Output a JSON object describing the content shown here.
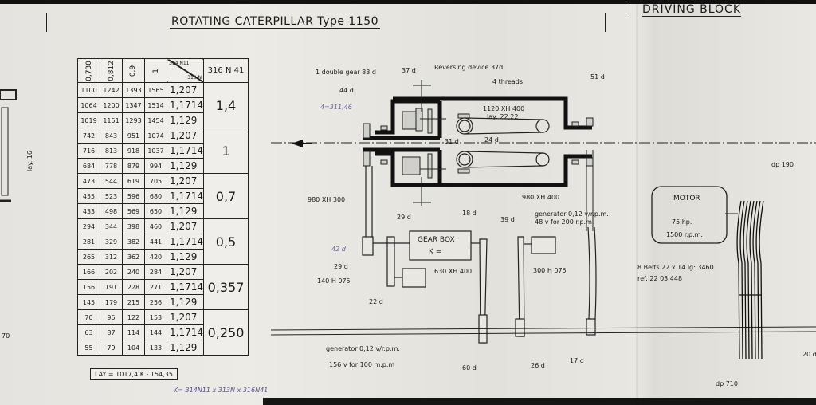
{
  "title": "ROTATING CATERPILLAR Type 1150",
  "section_title": "DRIVING BLOCK",
  "table": {
    "headers": [
      "0,730",
      "0,812",
      "0,9",
      "1"
    ],
    "diag_top": "314 N11",
    "diag_bottom": "313 N",
    "k_header": "316 N 41",
    "groups": [
      {
        "k": "1,4",
        "rows": [
          [
            "1100",
            "1242",
            "1393",
            "1565",
            "1,207"
          ],
          [
            "1064",
            "1200",
            "1347",
            "1514",
            "1,1714"
          ],
          [
            "1019",
            "1151",
            "1293",
            "1454",
            "1,129"
          ]
        ]
      },
      {
        "k": "1",
        "rows": [
          [
            "742",
            "843",
            "951",
            "1074",
            "1,207"
          ],
          [
            "716",
            "813",
            "918",
            "1037",
            "1,1714"
          ],
          [
            "684",
            "778",
            "879",
            "994",
            "1,129"
          ]
        ]
      },
      {
        "k": "0,7",
        "rows": [
          [
            "473",
            "544",
            "619",
            "705",
            "1,207"
          ],
          [
            "455",
            "523",
            "596",
            "680",
            "1,1714"
          ],
          [
            "433",
            "498",
            "569",
            "650",
            "1,129"
          ]
        ]
      },
      {
        "k": "0,5",
        "rows": [
          [
            "294",
            "344",
            "398",
            "460",
            "1,207"
          ],
          [
            "281",
            "329",
            "382",
            "441",
            "1,1714"
          ],
          [
            "265",
            "312",
            "362",
            "420",
            "1,129"
          ]
        ]
      },
      {
        "k": "0,357",
        "rows": [
          [
            "166",
            "202",
            "240",
            "284",
            "1,207"
          ],
          [
            "156",
            "191",
            "228",
            "271",
            "1,1714"
          ],
          [
            "145",
            "179",
            "215",
            "256",
            "1,129"
          ]
        ]
      },
      {
        "k": "0,250",
        "rows": [
          [
            "70",
            "95",
            "122",
            "153",
            "1,207"
          ],
          [
            "63",
            "87",
            "114",
            "144",
            "1,1714"
          ],
          [
            "55",
            "79",
            "104",
            "133",
            "1,129"
          ]
        ]
      }
    ],
    "formula": "LAY = 1017,4 K - 154,35",
    "note": "K= 314N11 x 313N x 316N41"
  },
  "labels": {
    "double_gear": "1 double gear 83 d",
    "d37": "37 d",
    "reversing": "Reversing device 37d",
    "threads": "4 threads",
    "d51": "51 d",
    "d44": "44 d",
    "hand1": "4=311,46",
    "xh1120": "1120 XH 400",
    "lay2222": "lay: 22,22",
    "d31": "31 d",
    "d24": "24 d",
    "xh980a": "980 XH 300",
    "xh980b": "980 XH 400",
    "d29a": "29 d",
    "d18": "18 d",
    "d39": "39 d",
    "gen1a": "generator 0,12 v/r.p.m.",
    "gen1b": "48 v for 200 r.p.m.",
    "gearbox": "GEAR BOX",
    "gearbox_k": "K =",
    "hand2": "42 d",
    "d29b": "29 d",
    "h075a": "140 H 075",
    "xh630": "630 XH 400",
    "h075b": "300 H 075",
    "d22": "22 d",
    "gen2a": "generator 0,12 v/r.p.m.",
    "gen2b": "156 v for 100 m.p.m",
    "d60": "60 d",
    "d26": "26 d",
    "d17": "17 d",
    "motor": "MOTOR",
    "hp": "75 hp.",
    "rpm": "1500 r.p.m.",
    "belts": "8 Belts 22 x 14  lg: 3460",
    "ref": "ref. 22 03 448",
    "dp190": "dp 190",
    "dp710": "dp 710",
    "d20": "20 d",
    "lay16": "lay. 16",
    "n70": "70"
  }
}
